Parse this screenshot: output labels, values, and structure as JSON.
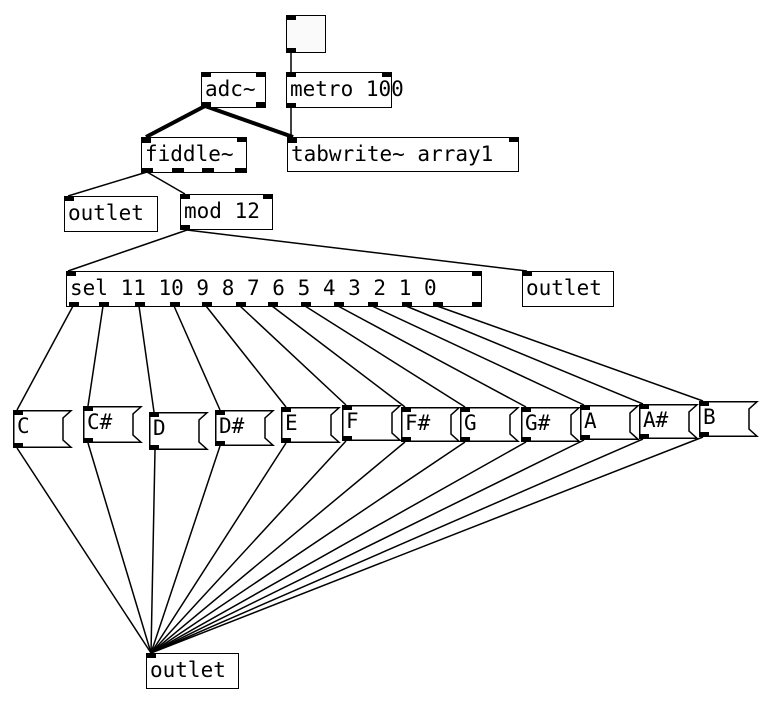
{
  "patch": {
    "bang": {
      "label": ""
    },
    "objects": {
      "adc": "adc~",
      "metro": "metro 100",
      "fiddle": "fiddle~",
      "tabwrite": "tabwrite~ array1",
      "outlet_fiddle": "outlet",
      "mod": "mod 12",
      "sel": "sel 11 10 9 8 7 6 5 4 3 2 1 0",
      "outlet_mod": "outlet",
      "outlet_notes": "outlet"
    },
    "messages": [
      "C",
      "C#",
      "D",
      "D#",
      "E",
      "F",
      "F#",
      "G",
      "G#",
      "A",
      "A#",
      "B"
    ]
  }
}
